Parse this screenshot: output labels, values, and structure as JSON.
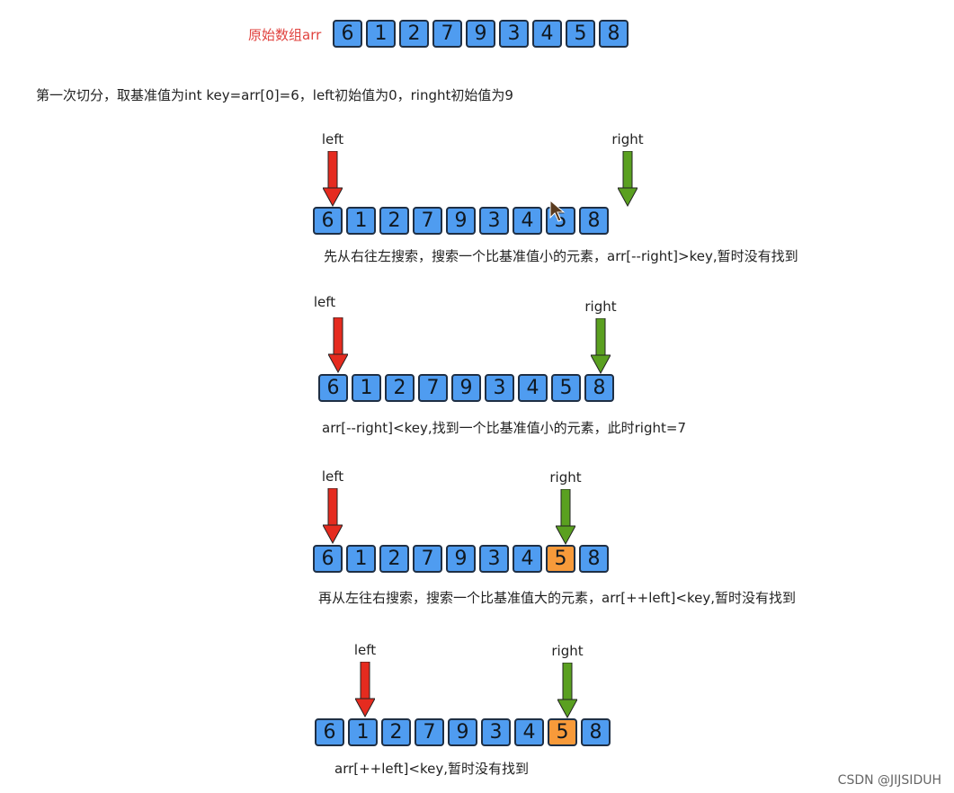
{
  "original_label": "原始数组arr",
  "original_array": [
    "6",
    "1",
    "2",
    "7",
    "9",
    "3",
    "4",
    "5",
    "8"
  ],
  "intro": "第一次切分，取基准值为int key=arr[0]=6，left初始值为0，ringht初始值为9",
  "steps": [
    {
      "left_label": "left",
      "right_label": "right",
      "array": [
        "6",
        "1",
        "2",
        "7",
        "9",
        "3",
        "4",
        "5",
        "8"
      ],
      "highlight": [],
      "caption": "先从右往左搜索，搜索一个比基准值小的元素，arr[--right]>key,暂时没有找到"
    },
    {
      "left_label": "left",
      "right_label": "right",
      "array": [
        "6",
        "1",
        "2",
        "7",
        "9",
        "3",
        "4",
        "5",
        "8"
      ],
      "highlight": [],
      "caption": "arr[--right]<key,找到一个比基准值小的元素，此时right=7"
    },
    {
      "left_label": "left",
      "right_label": "right",
      "array": [
        "6",
        "1",
        "2",
        "7",
        "9",
        "3",
        "4",
        "5",
        "8"
      ],
      "highlight": [
        7
      ],
      "caption": "再从左往右搜索，搜索一个比基准值大的元素，arr[++left]<key,暂时没有找到"
    },
    {
      "left_label": "left",
      "right_label": "right",
      "array": [
        "6",
        "1",
        "2",
        "7",
        "9",
        "3",
        "4",
        "5",
        "8"
      ],
      "highlight": [
        7
      ],
      "caption": "arr[++left]<key,暂时没有找到"
    }
  ],
  "colors": {
    "cell": "#4f9cf0",
    "highlight": "#f79a3a",
    "left_arrow": "#e52b1f",
    "right_arrow": "#5aa020"
  },
  "watermark": "CSDN @JIJSIDUH"
}
